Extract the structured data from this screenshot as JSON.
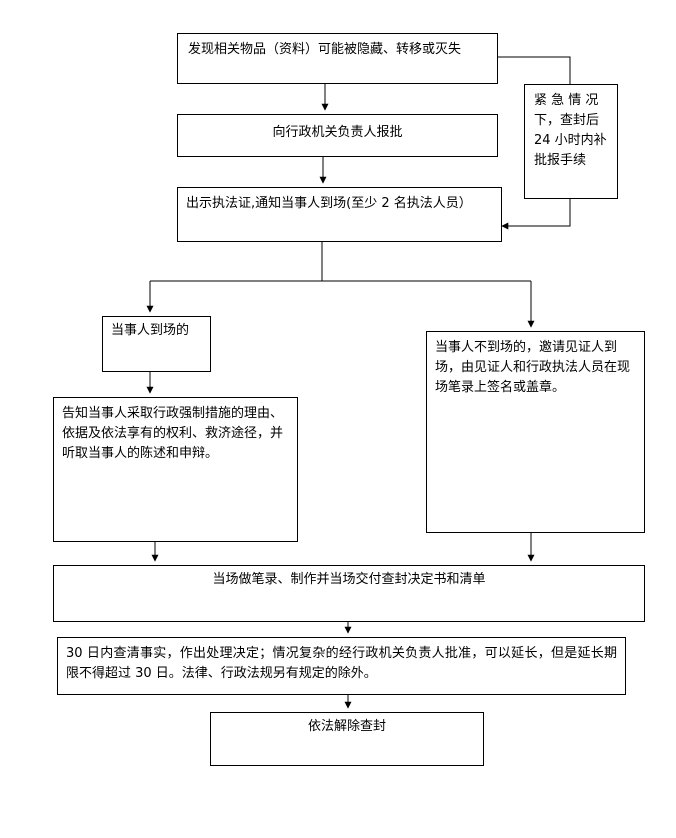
{
  "boxes": {
    "discover": "发现相关物品（资料）可能被隐藏、转移或灭失",
    "report": "向行政机关负责人报批",
    "emergency": "紧 急 情 况下，查封后24 小时内补批报手续",
    "show_cert": "出示执法证,通知当事人到场(至少 2 名执法人员）",
    "present": "当事人到场的",
    "absent": "当事人不到场的，邀请见证人到场，由见证人和行政执法人员在现场笔录上签名或盖章。",
    "inform": "告知当事人采取行政强制措施的理由、依据及依法享有的权利、救济途径，并听取当事人的陈述和申辩。",
    "record": "当场做笔录、制作并当场交付查封决定书和清单",
    "decision": "30 日内查清事实，作出处理决定；情况复杂的经行政机关负责人批准，可以延长，但是延长期限不得超过 30 日。法律、行政法规另有规定的除外。",
    "release": "依法解除查封"
  }
}
